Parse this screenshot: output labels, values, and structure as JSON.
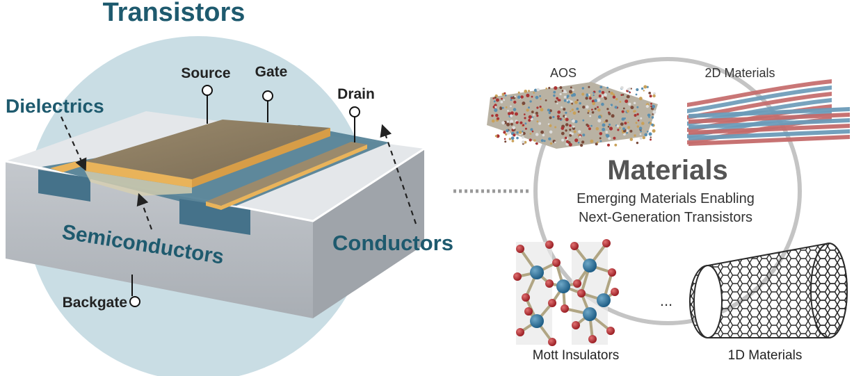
{
  "left_panel": {
    "title": "Transistors",
    "terminals": {
      "source": "Source",
      "gate": "Gate",
      "drain": "Drain",
      "backgate": "Backgate"
    },
    "layers": {
      "dielectrics": "Dielectrics",
      "semiconductors": "Semiconductors",
      "conductors": "Conductors"
    }
  },
  "right_panel": {
    "title": "Materials",
    "subtitle_line1": "Emerging Materials Enabling",
    "subtitle_line2": "Next-Generation Transistors",
    "items": {
      "aos": "AOS",
      "two_d": "2D Materials",
      "mott": "Mott Insulators",
      "one_d": "1D Materials",
      "ellipsis": "..."
    }
  },
  "colors": {
    "title_teal": "#1e5a6e",
    "circle_fill": "#c9dde4",
    "device_gray": "#b9bec4",
    "channel_blue": "#4f7d92",
    "electrode_gold": "#e9b35a",
    "electrode_top": "#8d7c62"
  }
}
